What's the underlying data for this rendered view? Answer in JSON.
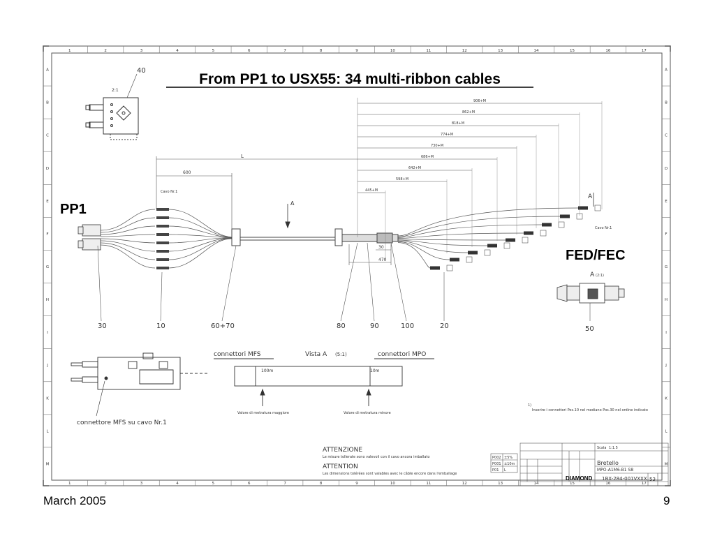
{
  "slide": {
    "title": "From PP1 to USX55: 34 multi-ribbon cables",
    "footer_date": "March 2005",
    "page_number": "9"
  },
  "labels": {
    "pp1": "PP1",
    "fed_fec": "FED/FEC",
    "view_a": "A",
    "view_a_marker": "A",
    "view_a2": "A",
    "view_a2_scale": "(2:1)"
  },
  "grid": {
    "columns": [
      "1",
      "2",
      "3",
      "4",
      "5",
      "6",
      "7",
      "8",
      "9",
      "10",
      "11",
      "12",
      "13",
      "14",
      "15",
      "16",
      "17"
    ],
    "rows": [
      "A",
      "B",
      "C",
      "D",
      "E",
      "F",
      "G",
      "H",
      "I",
      "J",
      "K",
      "L",
      "M"
    ]
  },
  "balloons": {
    "b40": "40",
    "b30": "30",
    "b10": "10",
    "b60_70": "60+70",
    "b80": "80",
    "b90": "90",
    "b100": "100",
    "b20": "20",
    "b50": "50"
  },
  "dimensions": [
    "906+M",
    "862+M",
    "818+M",
    "774+M",
    "730+M",
    "686+M",
    "642+M",
    "598+M",
    "445+M"
  ],
  "dim_misc": {
    "l_total": "L",
    "l600": "600",
    "d30": "30",
    "d470": "470",
    "cavo_left": "Cavo Nr.1",
    "cavo_right": "Cavo Nr.1",
    "scale_small": "2:1"
  },
  "lower": {
    "connettore_mfs": "connettore MFS su cavo Nr.1",
    "connettori_mfs": "connettori MFS",
    "vista_a": "Vista A",
    "vista_a_scale": "(5:1)",
    "connettori_mpo": "connettori MPO",
    "len_100": "100m",
    "len_10": "10m",
    "note_left": "Valore di metratura maggiore",
    "note_right": "Valore di metratura minore",
    "footnote_mark": "1)",
    "footnote": "Inserire i connettori Pos.10 nel mediano Pos.30 nel ordine indicato"
  },
  "notes": {
    "attenzione": "ATTENZIONE",
    "attenzione_text": "Le misure tollerate sono valevoli con il cavo ancora imballato",
    "attention": "ATTENTION",
    "attention_text": "Les dimensions tolérées sont valables avec le câble encore dans l'emballage"
  },
  "tolerance": {
    "rows": [
      {
        "label": "P002",
        "value": "±5%"
      },
      {
        "label": "P001",
        "value": "±10m"
      },
      {
        "label": "P01",
        "value": "L"
      }
    ]
  },
  "title_block": {
    "company": "DIAMOND",
    "description": "Bretello",
    "type": "MPO-A1M6-B1 S8",
    "drawing_number": "1BX-284-001VXXX",
    "sheet": "53",
    "scale": "1:1.5",
    "scale_label": "Scala"
  }
}
